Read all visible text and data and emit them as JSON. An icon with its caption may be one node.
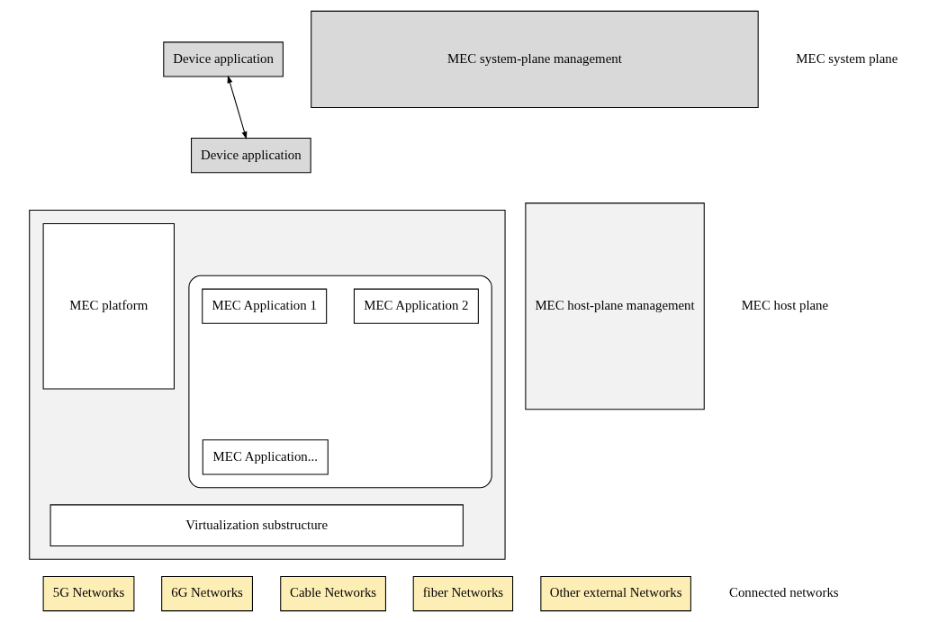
{
  "diagram": {
    "nodes": [
      {
        "text": [
          "Device application"
        ]
      },
      {
        "text": [
          "Device application"
        ]
      },
      {
        "text": [
          "MEC system-plane management"
        ]
      },
      {
        "text": [],
        "shape": "box"
      },
      {
        "text": [],
        "shape": "box",
        "in": 3
      },
      {
        "text": [
          "MEC Application 1"
        ],
        "in": 4
      },
      {
        "text": [
          "MEC Application 2"
        ],
        "in": 4
      },
      {
        "text": [
          "MEC Application..."
        ],
        "in": 4
      },
      {
        "text": [
          "MEC platform"
        ],
        "in": 3
      },
      {
        "text": [
          "Virtualization substructure"
        ],
        "in": 3
      },
      {
        "text": [
          "MEC host-plane management"
        ]
      },
      {
        "text": [
          "5G Networks"
        ]
      },
      {
        "text": [
          "6G Networks"
        ]
      },
      {
        "text": [
          "Cable Networks"
        ]
      },
      {
        "text": [
          "fiber Networks"
        ]
      },
      {
        "text": [
          "Other external Networks"
        ]
      }
    ],
    "edges": [
      {
        "from": 0,
        "to": 1,
        "arrow": "both"
      }
    ],
    "labels": [
      "MEC system plane",
      "MEC host plane",
      "Connected networks"
    ]
  }
}
